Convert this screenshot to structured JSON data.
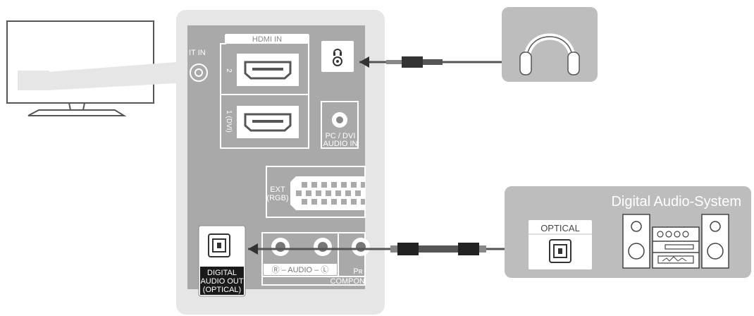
{
  "panel": {
    "hdmi_header": "HDMI IN",
    "hdmi_port_2": "2",
    "hdmi_port_1": "1 (DVI)",
    "partial_left_label": "IT IN",
    "pc_dvi_audio_line1": "PC / DVI",
    "pc_dvi_audio_line2": "AUDIO IN",
    "ext_line1": "EXT",
    "ext_line2": "(RGB)",
    "audio_label": "Ⓡ – AUDIO – Ⓛ",
    "component_label": "COMPON",
    "pr_label": "Pʀ",
    "optical_line1": "DIGITAL",
    "optical_line2": "AUDIO OUT",
    "optical_line3": "(OPTICAL)"
  },
  "digital_audio_system": {
    "title": "Digital Audio-System",
    "optical_label": "OPTICAL"
  },
  "colors": {
    "panel_outer": "#e6e6e6",
    "panel_inner": "#a9a9a9",
    "device_box": "#bdbdbd",
    "port_label_bg": "#1a1a1a",
    "cable": "#555555"
  }
}
